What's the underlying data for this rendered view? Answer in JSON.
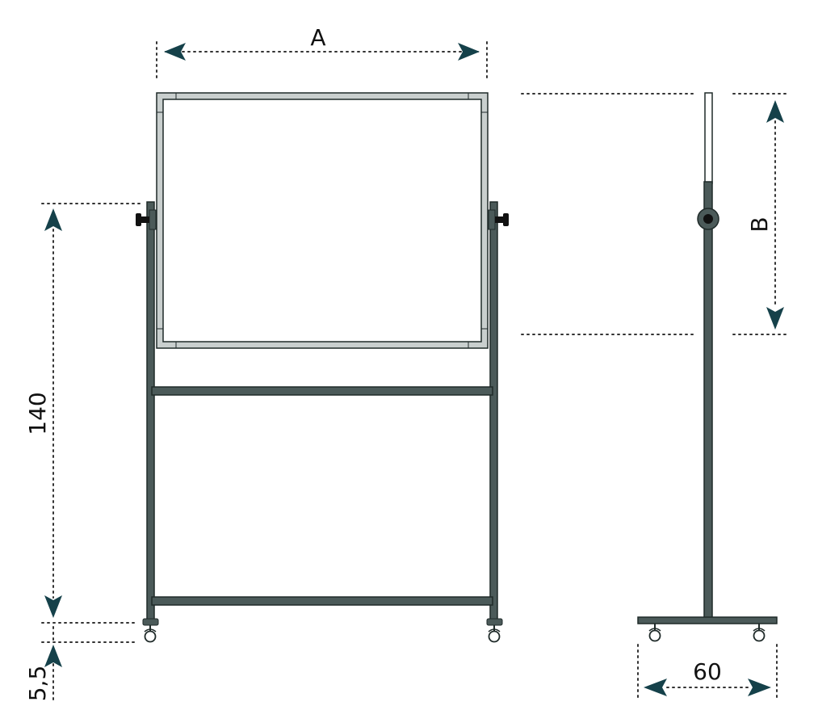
{
  "colors": {
    "frame": "#4b5a59",
    "frame_outline": "#1f2a29",
    "arrow": "#15414a",
    "board_frame": "#c9cfce",
    "board_surface": "#ffffff",
    "text": "#111111"
  },
  "labels": {
    "width": "A",
    "height": "B",
    "stand_height": "140",
    "caster_height": "5,5",
    "base_depth": "60"
  },
  "icons": {
    "tilt_knob_left": "knob-icon",
    "tilt_knob_right": "knob-icon",
    "pivot": "pivot-icon",
    "caster": "caster-icon"
  }
}
